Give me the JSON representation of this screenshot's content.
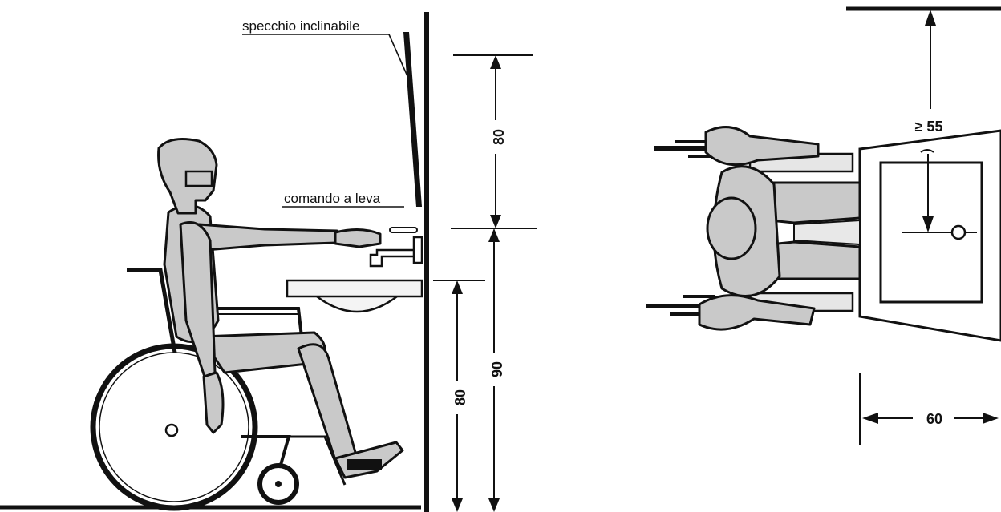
{
  "labels": {
    "mirror": "specchio inclinabile",
    "lever": "comando a leva"
  },
  "dimensions": {
    "mirror_height": "80",
    "counter_height": "90",
    "knee_clearance": "80",
    "front_clearance": "≥ 55",
    "basin_depth": "60"
  }
}
